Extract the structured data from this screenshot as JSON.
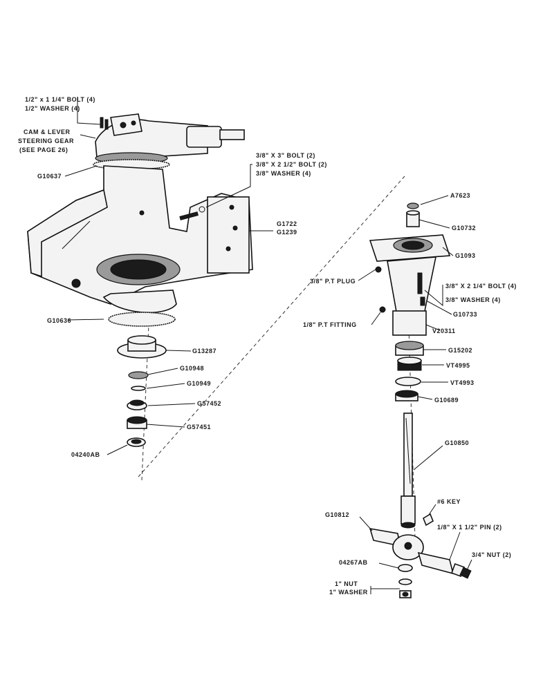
{
  "labels": {
    "bolt_top": "1/2\" x 1 1/4\" BOLT (4)",
    "washer_top": "1/2\" WASHER (4)",
    "cam_lever_1": "CAM & LEVER",
    "cam_lever_2": "STEERING GEAR",
    "cam_lever_3": "(SEE PAGE 26)",
    "g10637": "G10637",
    "bolt_3in": "3/8\" X 3\" BOLT (2)",
    "bolt_2half": "3/8\" X 2 1/2\" BOLT (2)",
    "washer_mid": "3/8\" WASHER (4)",
    "g1722": "G1722",
    "g1239": "G1239",
    "g10636": "G10636",
    "g13287": "G13287",
    "g10948": "G10948",
    "g10949": "G10949",
    "g57452": "G57452",
    "g57451": "G57451",
    "o4240ab": "04240AB",
    "a7623": "A7623",
    "g10732": "G10732",
    "g1093": "G1093",
    "pt_plug": "3/8\" P.T PLUG",
    "bolt_right": "3/8\" X 2 1/4\" BOLT (4)",
    "washer_right": "3/8\" WASHER (4)",
    "g10733": "G10733",
    "pt_fitting": "1/8\" P.T FITTING",
    "v20311": "V20311",
    "g15202": "G15202",
    "vt4995": "VT4995",
    "vt4993": "VT4993",
    "g10689": "G10689",
    "g10850": "G10850",
    "key": "#6 KEY",
    "g10812": "G10812",
    "pin": "1/8\" X 1 1/2\" PIN (2)",
    "nut_small": "3/4\" NUT (2)",
    "o4267ab": "04267AB",
    "nut_1in": "1\" NUT",
    "washer_1in": "1\" WASHER"
  }
}
